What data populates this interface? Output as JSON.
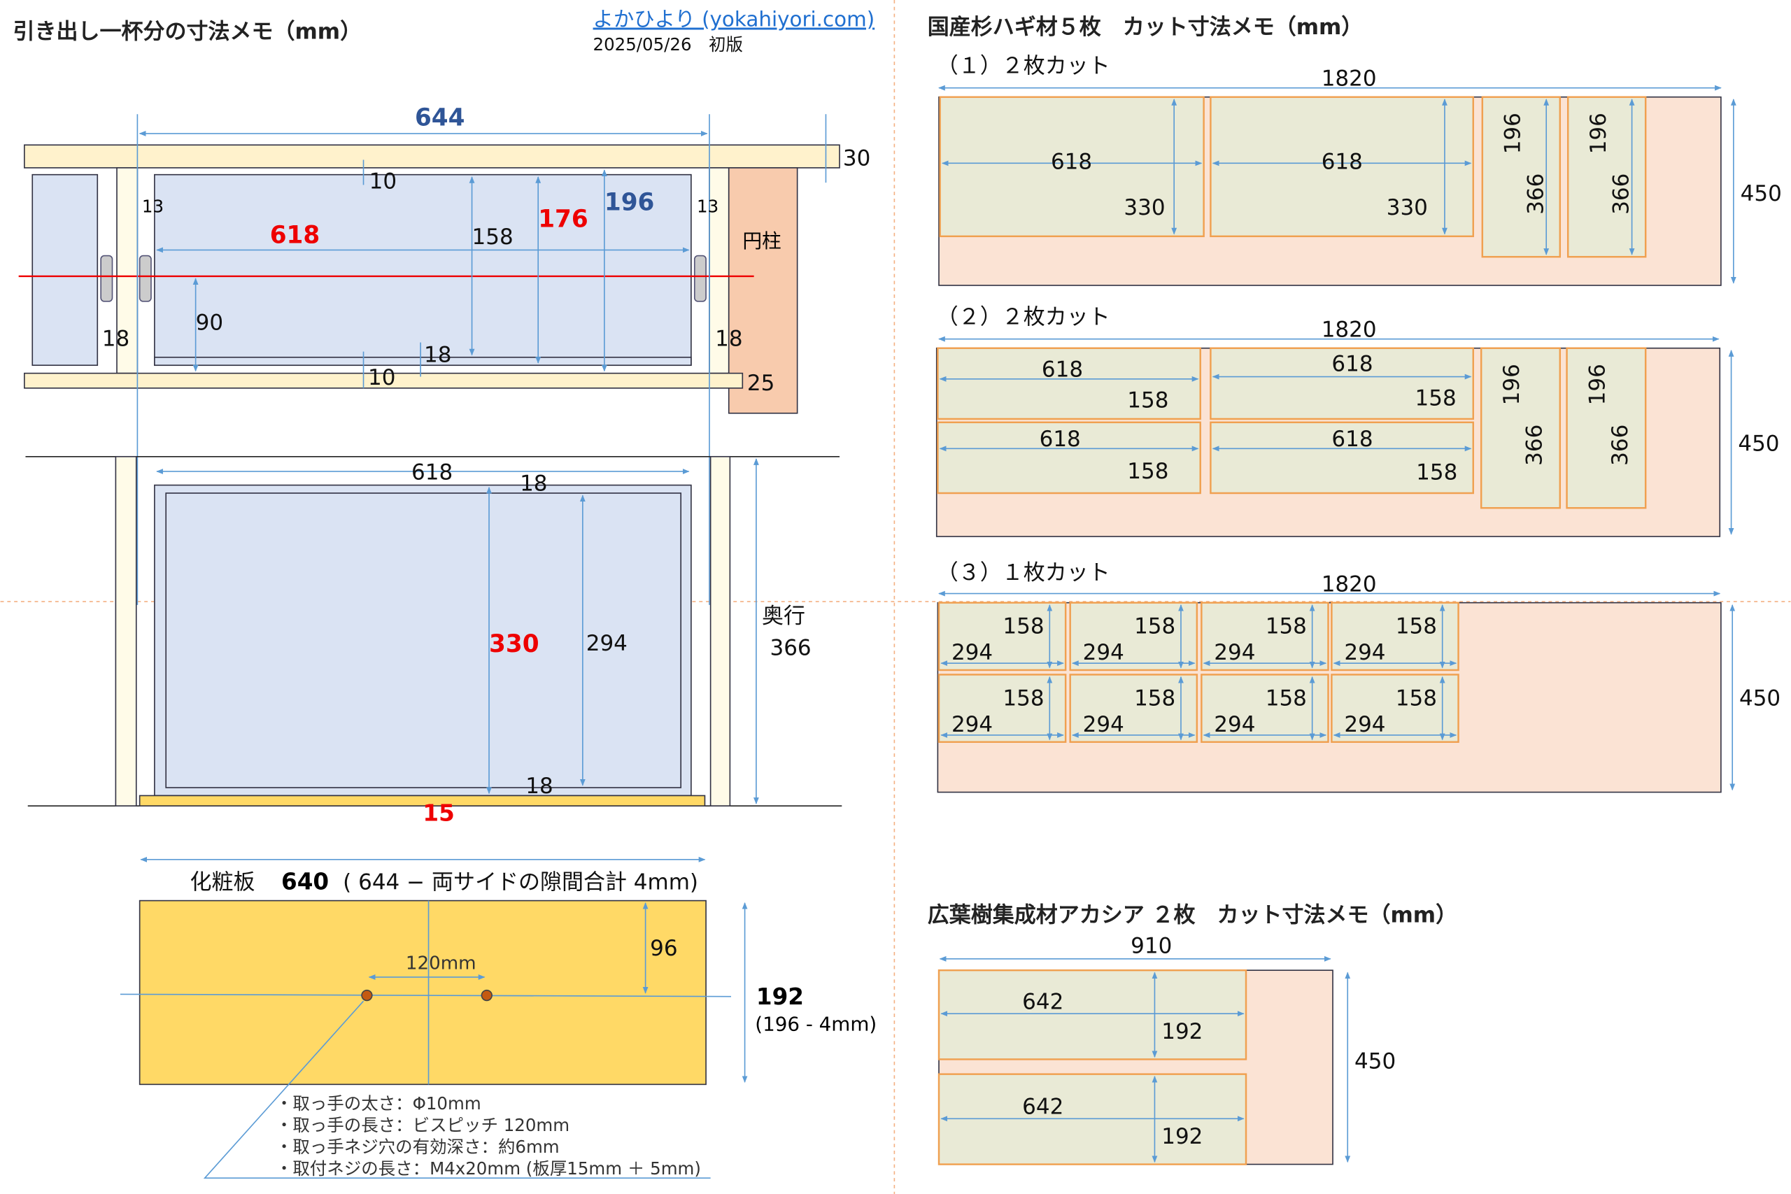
{
  "left": {
    "title": "引き出し一杯分の寸法メモ（mm）",
    "link": "よかひより (yokahiyori.com)",
    "date": "2025/05/26　初版",
    "top_view": {
      "w644": "644",
      "t30": "30",
      "g10a": "10",
      "g13l": "13",
      "g13r": "13",
      "w618": "618",
      "h158": "158",
      "h176": "176",
      "h196": "196",
      "column": "円柱",
      "h90": "90",
      "s18l": "18",
      "s18r": "18",
      "s18b": "18",
      "g10b": "10",
      "t25": "25"
    },
    "side_view": {
      "w618": "618",
      "t18a": "18",
      "d330": "330",
      "d294": "294",
      "t18b": "18",
      "f15": "15",
      "depth_label": "奥行",
      "depth": "366"
    },
    "front_panel": {
      "label": "化粧板",
      "width": "640",
      "formula": "( 644 − 両サイドの隙間合計 4mm)",
      "pitch": "120mm",
      "h96": "96",
      "height": "192",
      "height_note": "(196 - 4mm)",
      "notes": [
        "・取っ手の太さ：Φ10mm",
        "・取っ手の長さ：ビスピッチ 120mm",
        "・取っ手ネジ穴の有効深さ：約6mm",
        "・取付ネジの長さ：M4x20mm (板厚15mm ＋ 5mm)"
      ]
    }
  },
  "right": {
    "title": "国産杉ハギ材５枚　カット寸法メモ（mm）",
    "sections": [
      {
        "label": "（１）２枚カット",
        "width": "1820",
        "height": "450",
        "pieces": [
          {
            "w": "618",
            "h": "330"
          },
          {
            "w": "618",
            "h": "330"
          },
          {
            "w": "196",
            "h": "366"
          },
          {
            "w": "196",
            "h": "366"
          }
        ]
      },
      {
        "label": "（２）２枚カット",
        "width": "1820",
        "height": "450",
        "pieces": [
          {
            "w": "618",
            "h": "158"
          },
          {
            "w": "618",
            "h": "158"
          },
          {
            "w": "618",
            "h": "158"
          },
          {
            "w": "618",
            "h": "158"
          },
          {
            "w": "196",
            "h": "366"
          },
          {
            "w": "196",
            "h": "366"
          }
        ]
      },
      {
        "label": "（３）１枚カット",
        "width": "1820",
        "height": "450",
        "pieces": [
          {
            "w": "158",
            "h": "294"
          },
          {
            "w": "158",
            "h": "294"
          },
          {
            "w": "158",
            "h": "294"
          },
          {
            "w": "158",
            "h": "294"
          },
          {
            "w": "158",
            "h": "294"
          },
          {
            "w": "158",
            "h": "294"
          },
          {
            "w": "158",
            "h": "294"
          },
          {
            "w": "158",
            "h": "294"
          }
        ]
      }
    ],
    "acacia": {
      "title": "広葉樹集成材アカシア ２枚　カット寸法メモ（mm）",
      "width": "910",
      "height": "450",
      "pieces": [
        {
          "w": "642",
          "h": "192"
        },
        {
          "w": "642",
          "h": "192"
        }
      ]
    }
  }
}
